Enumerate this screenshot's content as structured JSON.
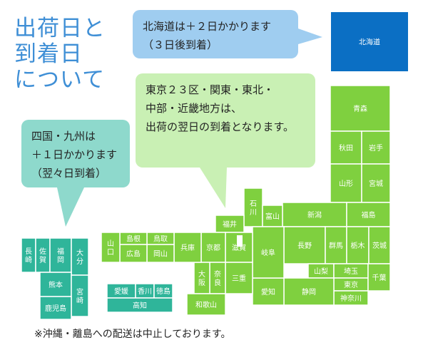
{
  "title": "出荷日と\n到着日\nについて",
  "bubbles": {
    "hokkaido": "北海道は＋２日かかります\n（３日後到着）",
    "east": "東京２３区・関東・東北・\n中部・近畿地方は、\n出荷の翌日の到着となります。",
    "west": "四国・九州は\n＋１日かかります\n（翌々日到着）"
  },
  "note": "※沖縄・離島への配送は中止しております。",
  "colors": {
    "hokkaido": "#0b6fc4",
    "honshu": "#7fd03f",
    "kyushu_shikoku": "#2fb59a",
    "title": "#3f8fd6"
  },
  "regions": {
    "hokkaido": "北海道",
    "aomori": "青森",
    "akita": "秋田",
    "iwate": "岩手",
    "yamagata": "山形",
    "miyagi": "宮城",
    "niigata": "新潟",
    "fukushima": "福島",
    "ishikawa": "石川",
    "toyama": "富山",
    "fukui": "福井",
    "nagano": "長野",
    "gunma": "群馬",
    "tochigi": "栃木",
    "ibaraki": "茨城",
    "yamanashi": "山梨",
    "saitama": "埼玉",
    "tokyo": "東京",
    "chiba": "千葉",
    "kanagawa": "神奈川",
    "shizuoka": "静岡",
    "aichi": "愛知",
    "gifu": "岐阜",
    "shiga": "滋賀",
    "kyoto": "京都",
    "mie": "三重",
    "nara": "奈良",
    "osaka": "大阪",
    "wakayama": "和歌山",
    "hyogo": "兵庫",
    "okayama": "岡山",
    "tottori": "鳥取",
    "hiroshima": "広島",
    "shimane": "島根",
    "yamaguchi": "山口",
    "ehime": "愛媛",
    "kagawa": "香川",
    "tokushima": "徳島",
    "kochi": "高知",
    "nagasaki": "長崎",
    "saga": "佐賀",
    "fukuoka": "福岡",
    "oita": "大分",
    "kumamoto": "熊本",
    "miyazaki": "宮崎",
    "kagoshima": "鹿児島"
  }
}
